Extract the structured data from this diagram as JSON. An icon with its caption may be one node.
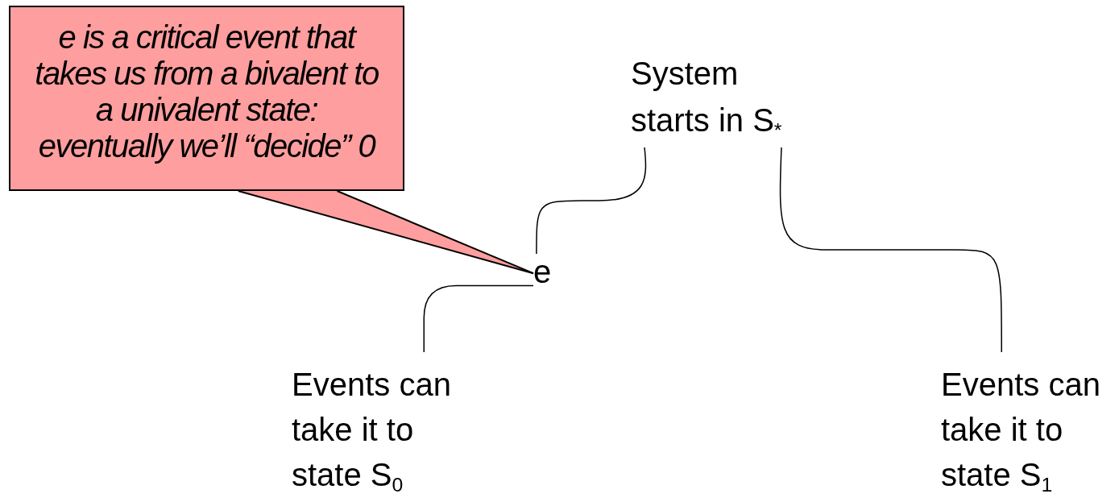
{
  "diagram": {
    "nodes": [
      {
        "text": [
          "e is a critical event that takes us from a bivalent to a univalent state: eventually we’ll “decide” 0"
        ]
      },
      {
        "text": [
          "System starts in S$_{*}$"
        ]
      },
      {
        "text": [
          "e"
        ]
      },
      {
        "text": [
          "Events can take it to state S$_{0}$"
        ]
      },
      {
        "text": [
          "Events can take it to state S$_{1}$"
        ]
      }
    ],
    "edges": [
      {
        "from": 0,
        "to": 2,
        "arrow": "none"
      },
      {
        "from": 1,
        "to": 2,
        "arrow": "none"
      },
      {
        "from": 1,
        "to": 4,
        "arrow": "none"
      },
      {
        "from": 2,
        "to": 3,
        "arrow": "none"
      }
    ]
  }
}
